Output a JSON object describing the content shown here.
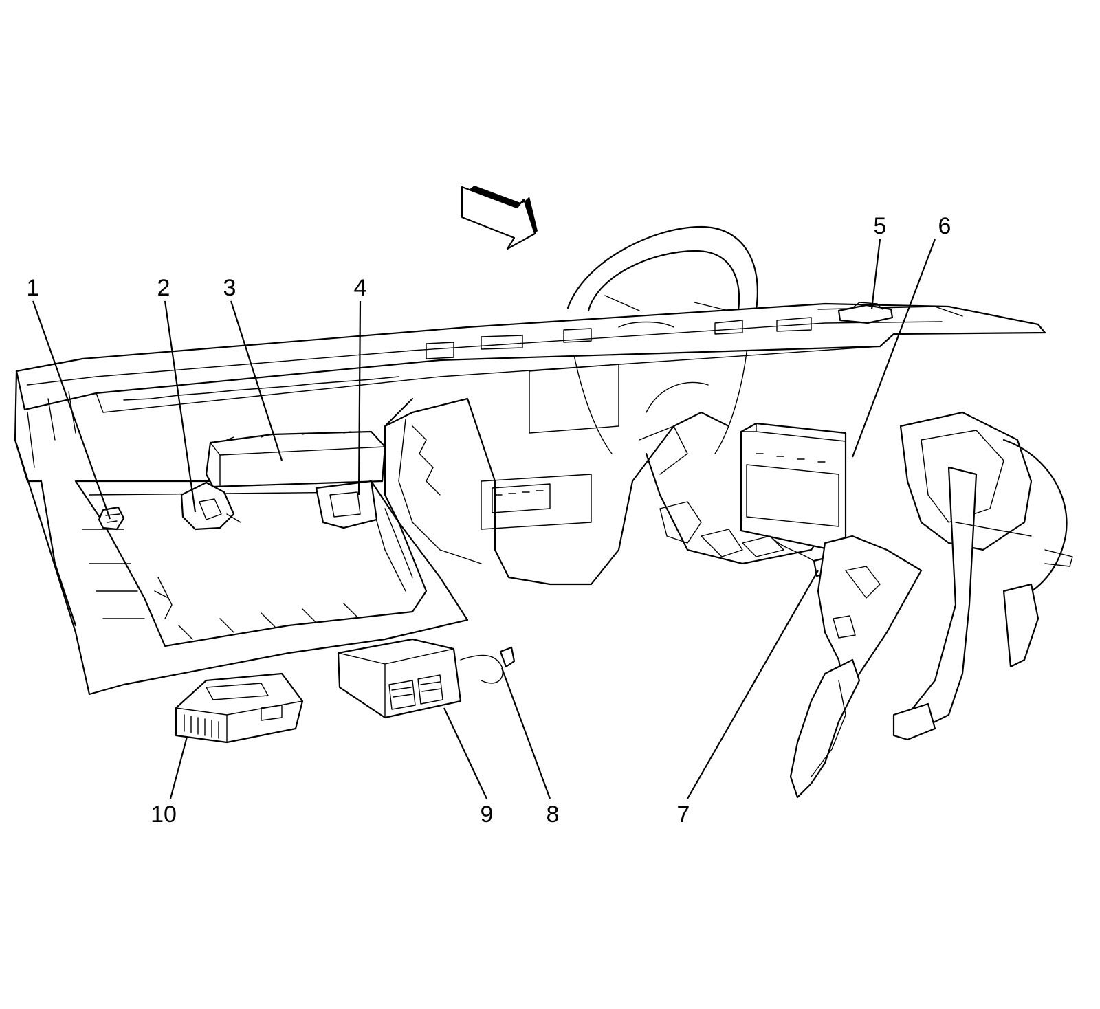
{
  "callouts": [
    {
      "id": "1",
      "text": "1"
    },
    {
      "id": "2",
      "text": "2"
    },
    {
      "id": "3",
      "text": "3"
    },
    {
      "id": "4",
      "text": "4"
    },
    {
      "id": "5",
      "text": "5"
    },
    {
      "id": "6",
      "text": "6"
    },
    {
      "id": "7",
      "text": "7"
    },
    {
      "id": "8",
      "text": "8"
    },
    {
      "id": "9",
      "text": "9"
    },
    {
      "id": "10",
      "text": "10"
    }
  ],
  "icons": {
    "direction_arrow": "view-direction-arrow-icon"
  }
}
